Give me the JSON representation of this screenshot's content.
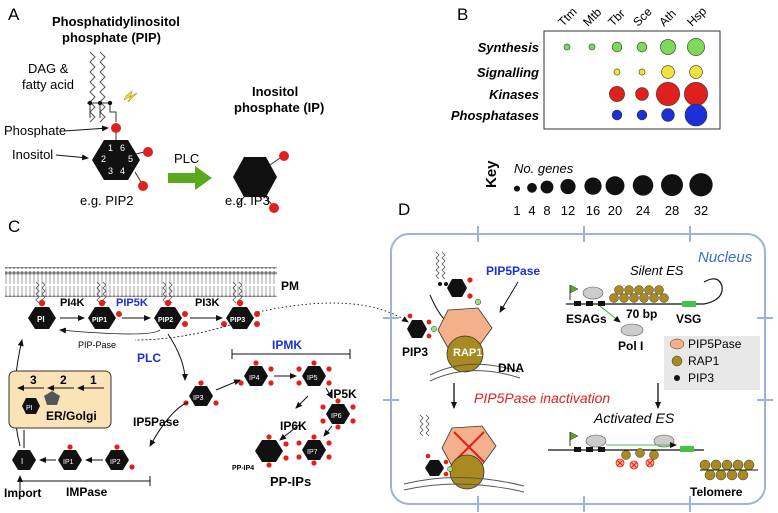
{
  "panel_a": {
    "letter": "A",
    "pip_title_1": "Phosphatidylinositol",
    "pip_title_2": "phosphate (PIP)",
    "dag_1": "DAG &",
    "dag_2": "fatty acid",
    "phosphate": "Phosphate",
    "inositol": "Inositol",
    "ring_numbers": [
      "1",
      "2",
      "3",
      "4",
      "5",
      "6"
    ],
    "plc": "PLC",
    "ip_title_1": "Inositol",
    "ip_title_2": "phosphate (IP)",
    "eg_pip2": "e.g. PIP2",
    "eg_ip3": "e.g. IP3"
  },
  "panel_b": {
    "letter": "B",
    "columns": [
      "Ttm",
      "Mtb",
      "Tbr",
      "Sce",
      "Ath",
      "Hsp"
    ],
    "rows": [
      "Synthesis",
      "Signalling",
      "Kinases",
      "Phosphatases"
    ],
    "row_colors": [
      "#7ed957",
      "#f2e33a",
      "#e0201c",
      "#1c2fd9"
    ],
    "bubble_counts": [
      [
        1,
        1,
        4,
        4,
        12,
        16
      ],
      [
        0,
        0,
        1,
        1,
        8,
        8
      ],
      [
        0,
        0,
        12,
        8,
        32,
        32
      ],
      [
        0,
        0,
        4,
        4,
        8,
        28
      ]
    ],
    "key_title": "Key",
    "key_subtitle": "No. genes",
    "key_values": [
      "1",
      "4",
      "8",
      "12",
      "16",
      "20",
      "24",
      "28",
      "32"
    ]
  },
  "panel_c": {
    "letter": "C",
    "pm": "PM",
    "pi": "PI",
    "pip1": "PIP1",
    "pip2": "PIP2",
    "pip3": "PIP3",
    "pi4k": "PI4K",
    "pip5k": "PIP5K",
    "pi3k": "PI3K",
    "pip_pase": "PIP-Pase",
    "plc": "PLC",
    "ipmk": "IPMK",
    "ip3": "IP3",
    "ip4": "IP4",
    "ip5": "IP5",
    "ip6": "IP6",
    "ip7": "IP7",
    "ip5k": "IP5K",
    "ip6k": "IP6K",
    "pp_ip4": "PP-IP4",
    "pp_ips": "PP-IPs",
    "ip5pase": "IP5Pase",
    "ip2": "IP2",
    "ip1": "IP1",
    "i": "I",
    "import": "Import",
    "impase": "IMPase",
    "er_steps": [
      "3",
      "2",
      "1"
    ],
    "er_golgi": "ER/Golgi",
    "er_pi": "PI"
  },
  "panel_d": {
    "letter": "D",
    "nucleus": "Nucleus",
    "pip5pase": "PIP5Pase",
    "pip3": "PIP3",
    "rap1": "RAP1",
    "dna": "DNA",
    "silent_es": "Silent ES",
    "bp": "70 bp",
    "esags": "ESAGs",
    "vsg": "VSG",
    "pol_i": "Pol I",
    "legend": [
      "PIP5Pase",
      "RAP1",
      "PIP3"
    ],
    "legend_colors": [
      "#f4b08a",
      "#a88a1e",
      "#111111"
    ],
    "inactivation": "PIP5Pase inactivation",
    "activated_es": "Activated ES",
    "telomere": "Telomere"
  },
  "colors": {
    "red_dot": "#e0201c",
    "blue_label": "#1c2fd9",
    "green_arrow": "#5aa81e",
    "nucleus_line": "#9bb3dd",
    "er_box": "#fbe3b8"
  }
}
